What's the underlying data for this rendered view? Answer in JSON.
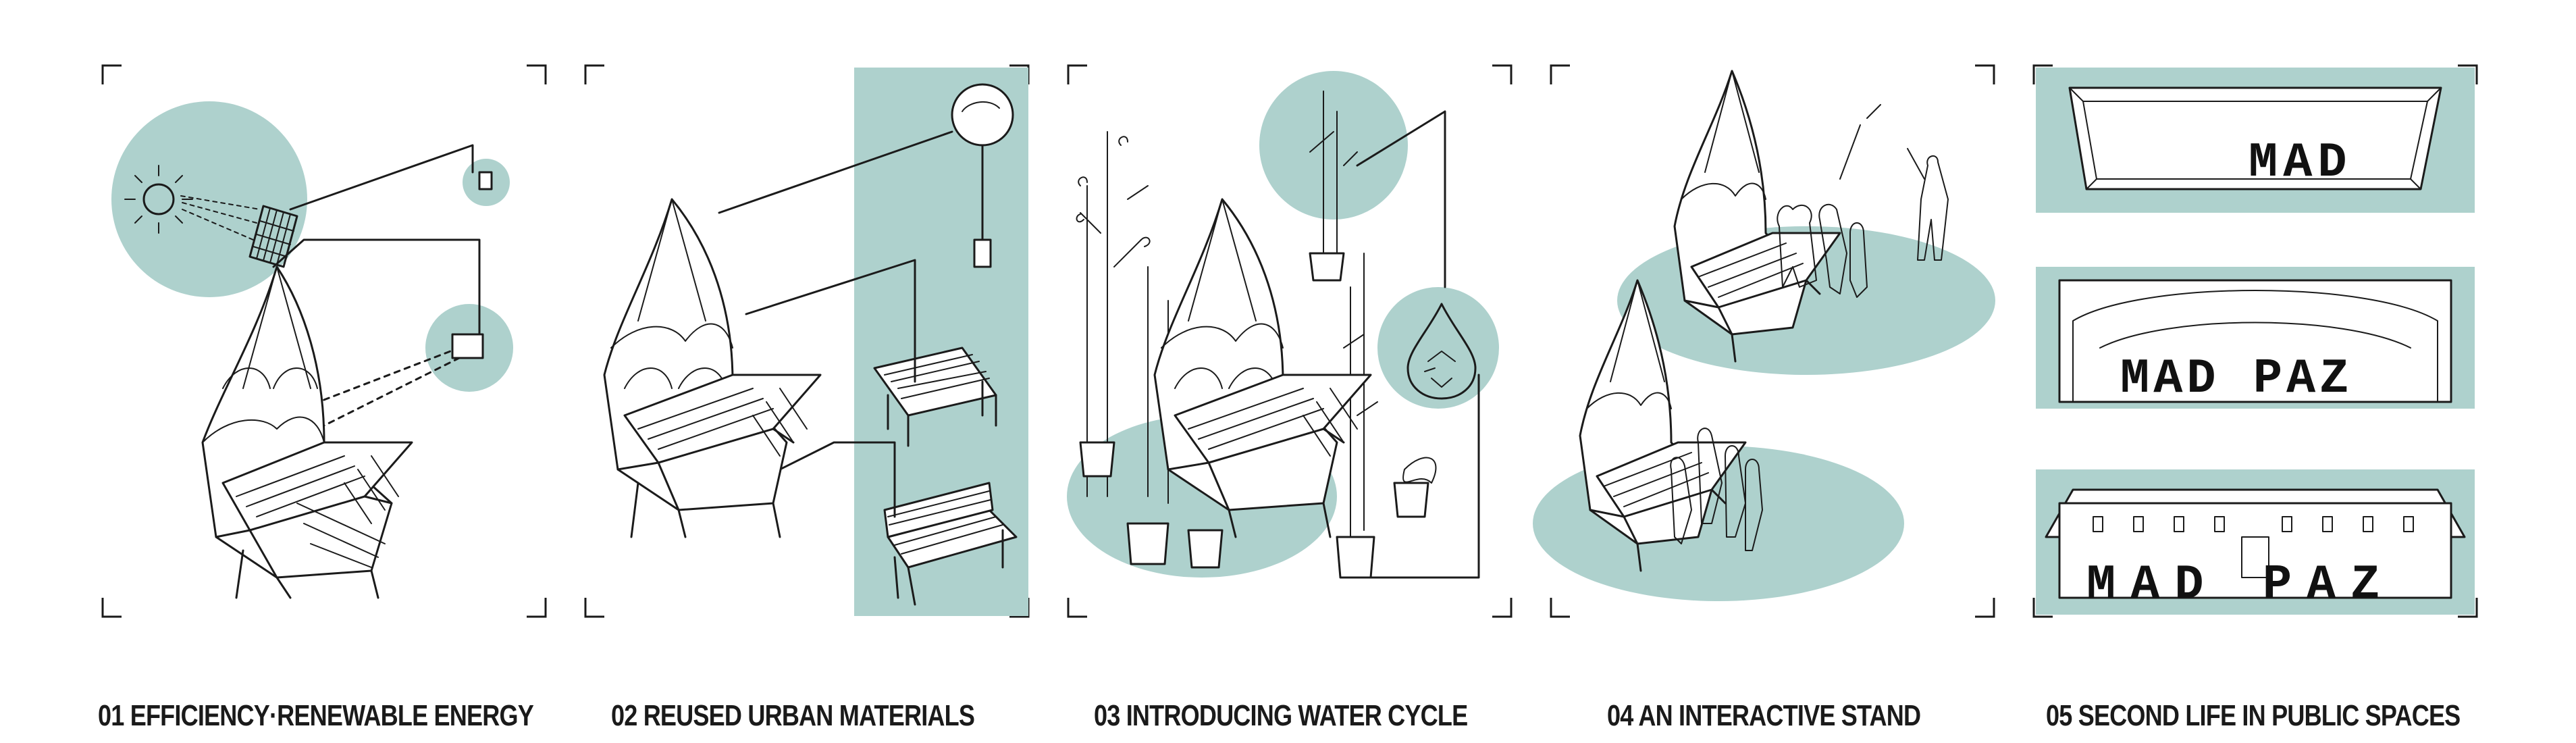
{
  "colors": {
    "accent": "#aed1cd",
    "ink": "#1b1b1b",
    "background": "#ffffff"
  },
  "panels": [
    {
      "caption": "01 EFFICIENCY·RENEWABLE ENERGY",
      "icons": [
        "sun-icon",
        "solar-panel-icon",
        "battery-icon"
      ]
    },
    {
      "caption": "02 REUSED URBAN MATERIALS",
      "icons": [
        "street-lamp-icon",
        "bench-icon"
      ]
    },
    {
      "caption": "03 INTRODUCING WATER CYCLE",
      "icons": [
        "water-drop-recycle-icon",
        "plant-icon"
      ]
    },
    {
      "caption": "04  AN INTERACTIVE STAND",
      "icons": [
        "people-icon"
      ]
    },
    {
      "caption": "05 SECOND LIFE IN PUBLIC SPACES",
      "scenes": [
        "MAD",
        "MAD PAZ",
        "MAD PAZ"
      ]
    }
  ]
}
